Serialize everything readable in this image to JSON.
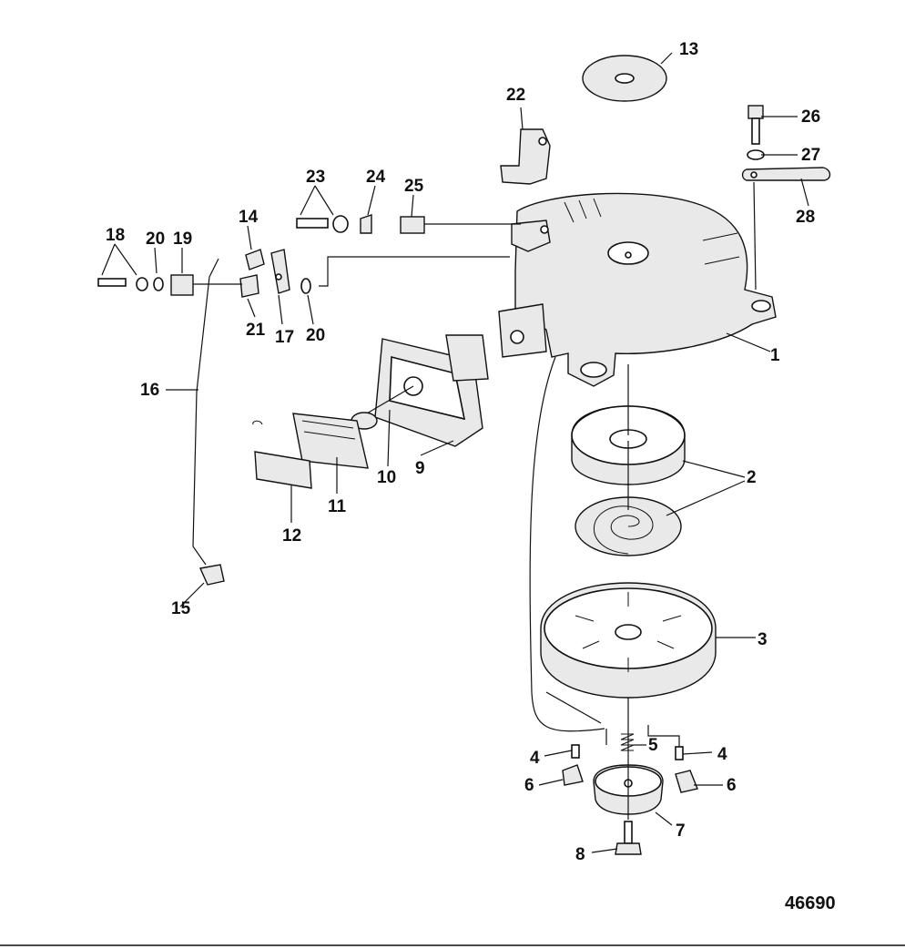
{
  "figure_number": "46690",
  "callouts": [
    "1",
    "2",
    "3",
    "4",
    "5",
    "6",
    "7",
    "8",
    "9",
    "10",
    "11",
    "12",
    "13",
    "14",
    "15",
    "16",
    "17",
    "18",
    "19",
    "20",
    "21",
    "22",
    "23",
    "24",
    "25",
    "26",
    "27",
    "28"
  ],
  "colors": {
    "ink": "#111111",
    "background": "#ffffff",
    "part_fill": "#e9e9e9"
  }
}
